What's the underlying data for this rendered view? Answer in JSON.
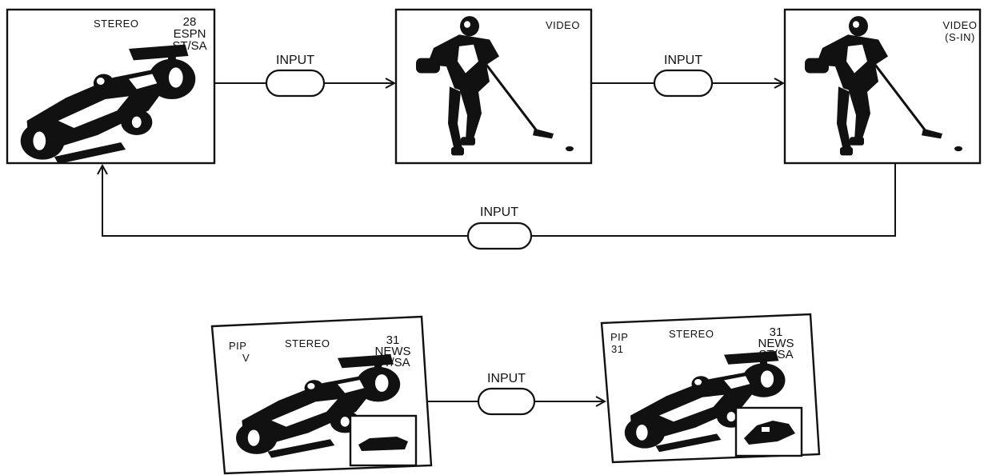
{
  "screens": {
    "screen1": {
      "left_text": "STEREO",
      "right_lines": [
        "28",
        "ESPN",
        "ST/SA"
      ]
    },
    "screen2": {
      "mode": "VIDEO"
    },
    "screen3": {
      "mode_lines": [
        "VIDEO",
        "(S-IN)"
      ]
    },
    "screen4": {
      "pip_lines": [
        "PIP",
        "V"
      ],
      "center_text": "STEREO",
      "right_lines": [
        "31",
        "NEWS",
        "ST/SA"
      ]
    },
    "screen5": {
      "pip_lines": [
        "PIP",
        "31"
      ],
      "center_text": "STEREO",
      "right_lines": [
        "31",
        "NEWS",
        "ST/SA"
      ]
    }
  },
  "buttons": {
    "top_left": "INPUT",
    "top_right": "INPUT",
    "feedback": "INPUT",
    "bottom": "INPUT"
  },
  "icons": {
    "race_car": "race-car-icon",
    "hockey_player": "hockey-player-icon",
    "pip_window": "pip-window-icon"
  }
}
